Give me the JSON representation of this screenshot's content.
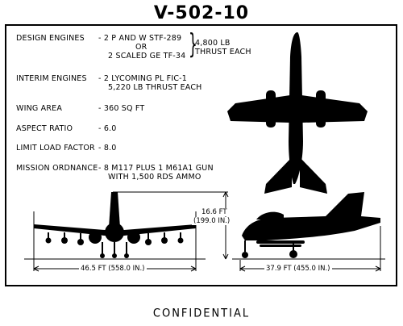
{
  "title": "V-502-10",
  "specs": {
    "design_engines": {
      "label": "DESIGN ENGINES",
      "line1": "- 2 P AND W STF-289",
      "line2": "OR",
      "line3": "2 SCALED GE TF-34",
      "thrust1": "4,800 LB",
      "thrust2": "THRUST EACH"
    },
    "interim_engines": {
      "label": "INTERIM ENGINES",
      "line1": "- 2 LYCOMING PL FIC-1",
      "line2": "5,220 LB  THRUST EACH"
    },
    "wing_area": {
      "label": "WING AREA",
      "value": "- 360 SQ  FT"
    },
    "aspect_ratio": {
      "label": "ASPECT RATIO",
      "value": "- 6.0"
    },
    "limit_load_factor": {
      "label": "LIMIT LOAD FACTOR",
      "value": "- 8.0"
    },
    "mission_ordnance": {
      "label": "MISSION ORDNANCE",
      "line1": "- 8 M117 PLUS 1 M61A1 GUN",
      "line2": "WITH 1,500 RDS  AMMO"
    }
  },
  "dimensions": {
    "height_ft": "16.6 FT",
    "height_in": "(199.0 IN.)",
    "span": "46.5 FT (558.0 IN.)",
    "length": "37.9 FT (455.0 IN.)"
  },
  "footer": "CONFIDENTIAL"
}
